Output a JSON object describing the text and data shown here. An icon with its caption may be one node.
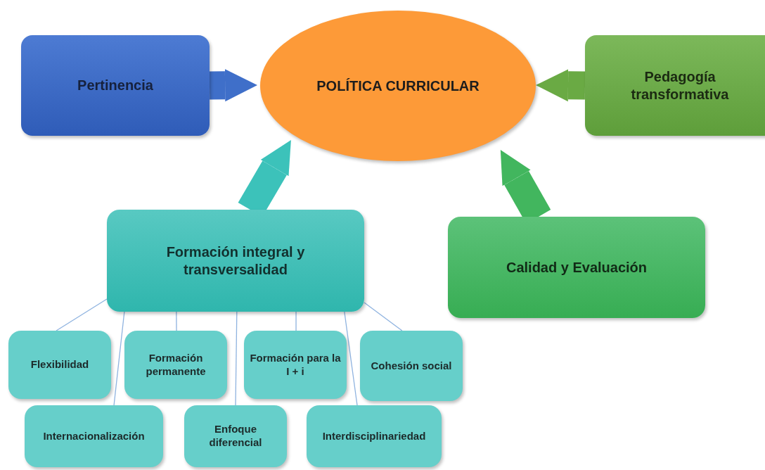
{
  "diagram": {
    "nodes": [
      {
        "text": [
          "POLÍTICA CURRICULAR"
        ]
      },
      {
        "text": [
          "Pertinencia"
        ]
      },
      {
        "text": [
          "Pedagogía transformativa"
        ]
      },
      {
        "text": [
          "Formación integral y transversalidad"
        ]
      },
      {
        "text": [
          "Calidad y Evaluación"
        ]
      },
      {
        "text": [
          "Flexibilidad"
        ]
      },
      {
        "text": [
          "Formación permanente"
        ]
      },
      {
        "text": [
          "Formación para la I + i"
        ]
      },
      {
        "text": [
          "Cohesión social"
        ]
      },
      {
        "text": [
          "Internacionalización"
        ]
      },
      {
        "text": [
          "Enfoque diferencial"
        ]
      },
      {
        "text": [
          "Interdisciplinariedad"
        ]
      }
    ],
    "edges": [
      {
        "from": 1,
        "to": 0,
        "arrow": "to",
        "style": "thick",
        "color": "#3f6fc9"
      },
      {
        "from": 2,
        "to": 0,
        "arrow": "to",
        "style": "thick",
        "color": "#6aaa44"
      },
      {
        "from": 3,
        "to": 0,
        "arrow": "to",
        "style": "thick",
        "color": "#3cc2ba"
      },
      {
        "from": 4,
        "to": 0,
        "arrow": "to",
        "style": "thick",
        "color": "#42b65e"
      },
      {
        "from": 3,
        "to": 5,
        "arrow": "none"
      },
      {
        "from": 3,
        "to": 6,
        "arrow": "none"
      },
      {
        "from": 3,
        "to": 7,
        "arrow": "none"
      },
      {
        "from": 3,
        "to": 8,
        "arrow": "none"
      },
      {
        "from": 3,
        "to": 9,
        "arrow": "none"
      },
      {
        "from": 3,
        "to": 10,
        "arrow": "none"
      },
      {
        "from": 3,
        "to": 11,
        "arrow": "none"
      }
    ]
  }
}
